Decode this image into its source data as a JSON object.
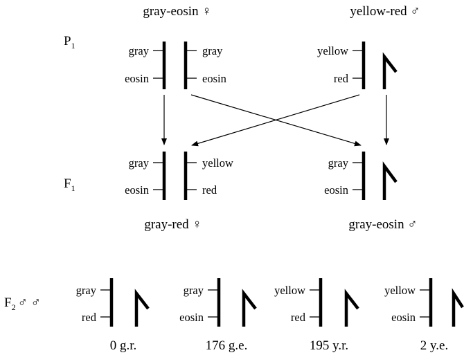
{
  "parents": {
    "female": {
      "title": "gray-eosin",
      "sex_symbol": "♀",
      "left_labels": [
        "gray",
        "eosin"
      ],
      "right_labels": [
        "gray",
        "eosin"
      ]
    },
    "male": {
      "title": "yellow-red",
      "sex_symbol": "♂",
      "labels": [
        "yellow",
        "red"
      ]
    },
    "generation": {
      "letter": "P",
      "sub": "1"
    }
  },
  "f1": {
    "generation": {
      "letter": "F",
      "sub": "1"
    },
    "female": {
      "title": "gray-red",
      "sex_symbol": "♀",
      "left_labels": [
        "gray",
        "eosin"
      ],
      "right_labels": [
        "yellow",
        "red"
      ]
    },
    "male": {
      "title": "gray-eosin",
      "sex_symbol": "♂",
      "labels": [
        "gray",
        "eosin"
      ]
    }
  },
  "f2": {
    "generation": {
      "letter": "F",
      "sub": "2",
      "symbols": "♂ ♂"
    },
    "males": [
      {
        "labels": [
          "gray",
          "red"
        ],
        "count": "0 g.r."
      },
      {
        "labels": [
          "gray",
          "eosin"
        ],
        "count": "176 g.e."
      },
      {
        "labels": [
          "yellow",
          "red"
        ],
        "count": "195 y.r."
      },
      {
        "labels": [
          "yellow",
          "eosin"
        ],
        "count": "2 y.e."
      }
    ]
  }
}
